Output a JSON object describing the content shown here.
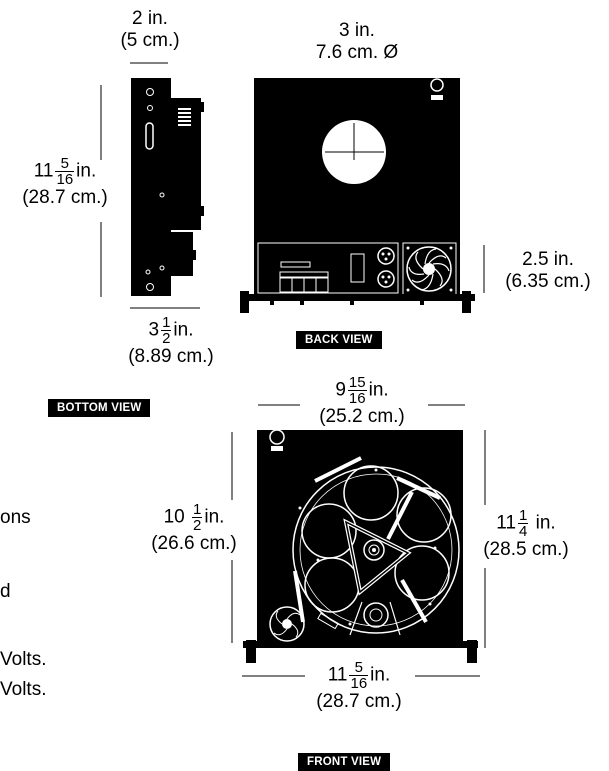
{
  "side_view": {
    "width_top": "2 in.",
    "width_top_cm": "(5 cm.)",
    "height_whole": "11",
    "height_num": "5",
    "height_den": "16",
    "height_unit": "in.",
    "height_cm": "(28.7 cm.)",
    "depth_whole": "3",
    "depth_num": "1",
    "depth_den": "2",
    "depth_unit": "in.",
    "depth_cm": "(8.89 cm.)",
    "caption": "BOTTOM VIEW"
  },
  "back_view": {
    "hole_label": "3 in.",
    "hole_label_cm": "7.6 cm. Ø",
    "panel_height": "2.5 in.",
    "panel_height_cm": "(6.35 cm.)",
    "caption": "BACK VIEW"
  },
  "front_view": {
    "width_whole": "9",
    "width_num": "15",
    "width_den": "16",
    "width_unit": "in.",
    "width_cm": "(25.2 cm.)",
    "left_whole": "10",
    "left_num": "1",
    "left_den": "2",
    "left_unit": "in.",
    "left_cm": "(26.6 cm.)",
    "right_whole": "11",
    "right_num": "1",
    "right_den": "4",
    "right_unit": "in.",
    "right_cm": "(28.5 cm.)",
    "bottom_whole": "11",
    "bottom_num": "5",
    "bottom_den": "16",
    "bottom_unit": "in.",
    "bottom_cm": "(28.7 cm.)",
    "caption": "FRONT VIEW"
  },
  "cut_text": [
    "ons",
    "d",
    "Volts.",
    "Volts."
  ]
}
